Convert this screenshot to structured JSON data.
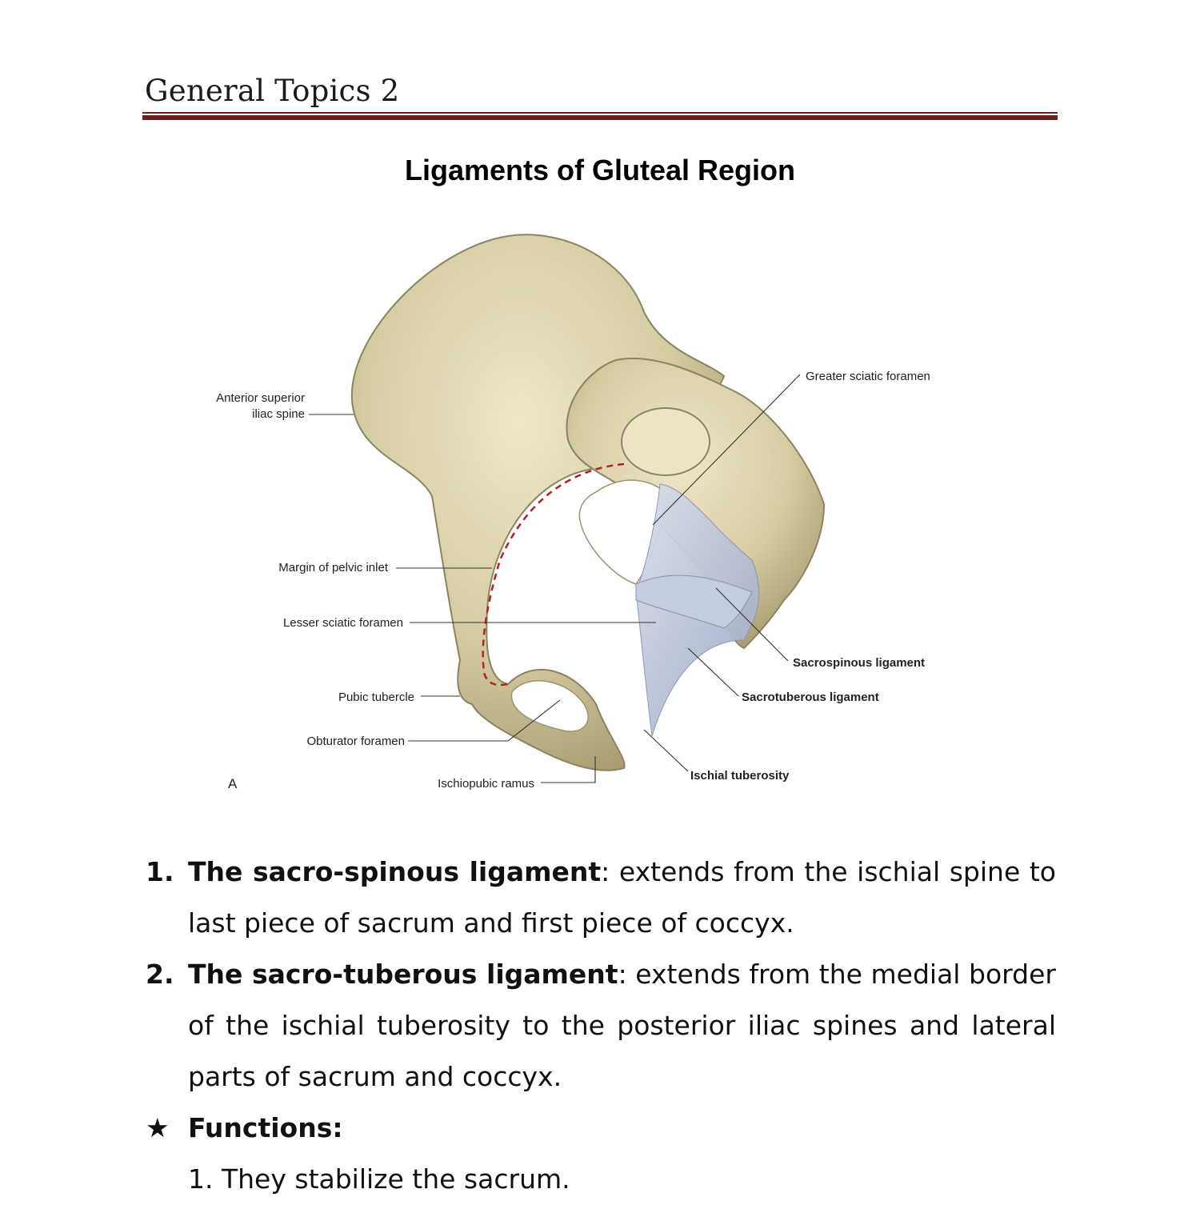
{
  "header": {
    "title": "General Topics 2"
  },
  "document": {
    "title": "Ligaments of Gluteal Region"
  },
  "figure": {
    "panel_letter": "A",
    "labels": {
      "asis": "Anterior superior\niliac spine",
      "pelvic_inlet": "Margin of pelvic inlet",
      "lesser_sciatic": "Lesser sciatic foramen",
      "pubic_tubercle": "Pubic tubercle",
      "obturator": "Obturator foramen",
      "ischiopubic": "Ischiopubic ramus",
      "greater_sciatic": "Greater sciatic foramen",
      "sacrospinous": "Sacrospinous ligament",
      "sacrotuberous": "Sacrotuberous ligament",
      "ischial_tuberosity": "Ischial tuberosity"
    },
    "colors": {
      "bone": "#d8cfa8",
      "ligament": "#b8c2d8",
      "inlet_margin": "#b22222"
    }
  },
  "list": {
    "items": [
      {
        "number": "1.",
        "term": "The sacro-spinous ligament",
        "text": ": extends from the ischial spine to last piece of sacrum and first piece of coccyx."
      },
      {
        "number": "2.",
        "term": "The sacro-tuberous ligament",
        "text": ": extends from the medial border of the ischial tuberosity to the posterior iliac spines and lateral parts of sacrum and coccyx."
      }
    ],
    "functions": {
      "bullet": "★",
      "label": "Functions:",
      "items": [
        "1. They stabilize the sacrum."
      ]
    }
  }
}
